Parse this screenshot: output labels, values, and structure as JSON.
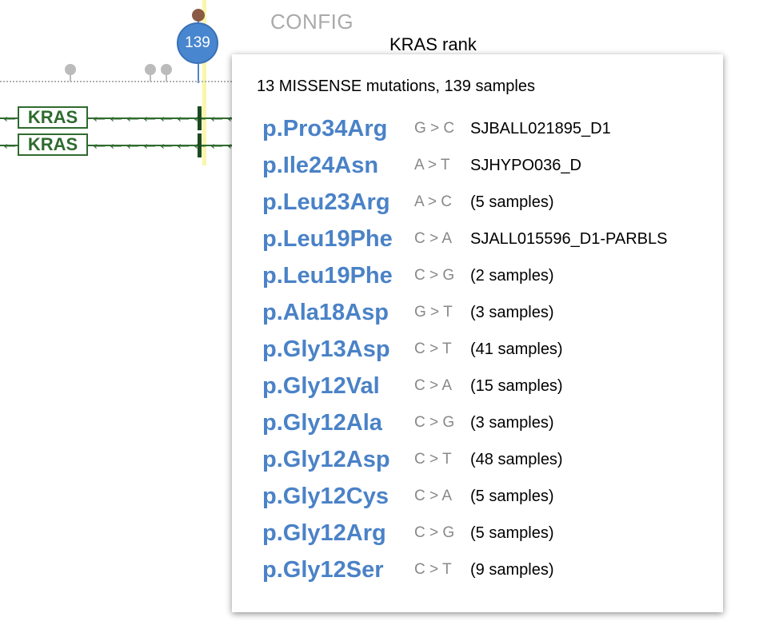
{
  "header": {
    "config_label": "CONFIG",
    "rank_label": "KRAS rank"
  },
  "track": {
    "count_badge": "139",
    "gene_rows": [
      {
        "gene": "KRAS",
        "arrows": "←←←←←←←←←"
      },
      {
        "gene": "KRAS",
        "arrows": "←←←←←←←←←"
      }
    ],
    "colors": {
      "gene_green": "#2f6b2f",
      "badge_blue": "#4886cf",
      "highlight_yellow": "#fbf6a8",
      "top_dot_brown": "#8a5a44"
    }
  },
  "tooltip": {
    "header": "13 MISSENSE mutations, 139 samples",
    "mutations": [
      {
        "name": "p.Pro34Arg",
        "change": "G > C",
        "samples": "SJBALL021895_D1"
      },
      {
        "name": "p.Ile24Asn",
        "change": "A > T",
        "samples": "SJHYPO036_D"
      },
      {
        "name": "p.Leu23Arg",
        "change": "A > C",
        "samples": "(5 samples)"
      },
      {
        "name": "p.Leu19Phe",
        "change": "C > A",
        "samples": "SJALL015596_D1-PARBLS"
      },
      {
        "name": "p.Leu19Phe",
        "change": "C > G",
        "samples": "(2 samples)"
      },
      {
        "name": "p.Ala18Asp",
        "change": "G > T",
        "samples": "(3 samples)"
      },
      {
        "name": "p.Gly13Asp",
        "change": "C > T",
        "samples": "(41 samples)"
      },
      {
        "name": "p.Gly12Val",
        "change": "C > A",
        "samples": "(15 samples)"
      },
      {
        "name": "p.Gly12Ala",
        "change": "C > G",
        "samples": "(3 samples)"
      },
      {
        "name": "p.Gly12Asp",
        "change": "C > T",
        "samples": "(48 samples)"
      },
      {
        "name": "p.Gly12Cys",
        "change": "C > A",
        "samples": "(5 samples)"
      },
      {
        "name": "p.Gly12Arg",
        "change": "C > G",
        "samples": "(5 samples)"
      },
      {
        "name": "p.Gly12Ser",
        "change": "C > T",
        "samples": "(9 samples)"
      }
    ]
  }
}
